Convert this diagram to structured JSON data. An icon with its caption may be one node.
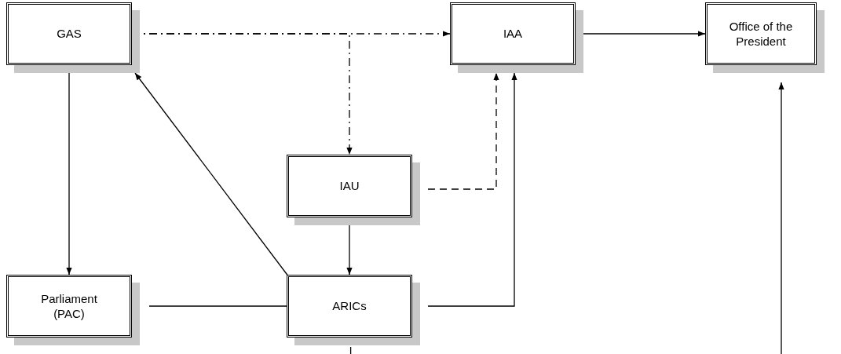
{
  "diagram": {
    "nodes": [
      {
        "text": [
          "GAS"
        ]
      },
      {
        "text": [
          "IAA"
        ]
      },
      {
        "text": [
          "Office of the President"
        ]
      },
      {
        "text": [
          "IAU"
        ]
      },
      {
        "text": [
          "Parliament (PAC)"
        ]
      },
      {
        "text": [
          "ARICs"
        ]
      }
    ],
    "edges": [
      {
        "from": 0,
        "to": 1,
        "arrow": "to",
        "style": "dashed"
      },
      {
        "from": 0,
        "to": 3,
        "arrow": "to",
        "style": "dashed"
      },
      {
        "from": 1,
        "to": 2,
        "arrow": "to"
      },
      {
        "from": 0,
        "to": 4,
        "arrow": "to"
      },
      {
        "from": 5,
        "to": 0,
        "arrow": "to"
      },
      {
        "from": 3,
        "to": 1,
        "arrow": "to",
        "style": "dashed"
      },
      {
        "from": 3,
        "to": 5,
        "arrow": "to"
      },
      {
        "from": 4,
        "to": 5,
        "arrow": "none"
      },
      {
        "from": 5,
        "to": 1,
        "arrow": "to"
      },
      {
        "from": null,
        "to": 2,
        "arrow": "to"
      },
      {
        "from": 5,
        "to": null,
        "arrow": "none",
        "style": "dashed"
      }
    ]
  }
}
